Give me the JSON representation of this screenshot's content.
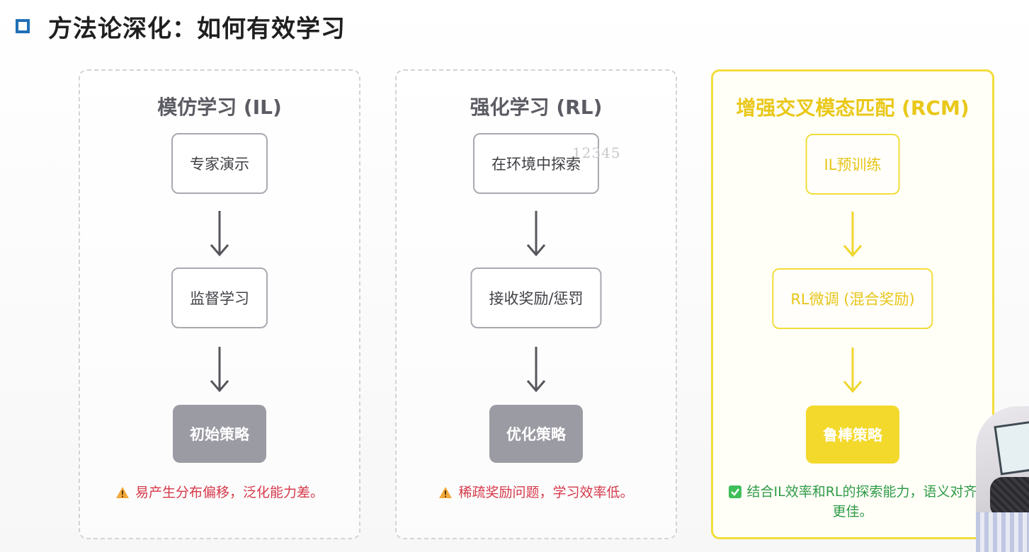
{
  "header": {
    "title": "方法论深化：如何有效学习"
  },
  "watermark": "12345",
  "colors": {
    "accent_blue": "#1f6fb6",
    "gray_node": "#9b9ba4",
    "yellow_accent": "#f2dd3b",
    "warning_red": "#d6394a",
    "success_green": "#2f9b47"
  },
  "panels": [
    {
      "title": "模仿学习 (IL)",
      "steps": [
        "专家演示",
        "监督学习",
        "初始策略"
      ],
      "note": "易产生分布偏移，泛化能力差。",
      "note_icon": "warning-icon"
    },
    {
      "title": "强化学习 (RL)",
      "steps": [
        "在环境中探索",
        "接收奖励/惩罚",
        "优化策略"
      ],
      "note": "稀疏奖励问题，学习效率低。",
      "note_icon": "warning-icon"
    },
    {
      "title": "增强交叉模态匹配 (RCM)",
      "steps": [
        "IL预训练",
        "RL微调 (混合奖励)",
        "鲁棒策略"
      ],
      "note": "结合IL效率和RL的探索能力，语义对齐更佳。",
      "note_icon": "check-icon"
    }
  ]
}
